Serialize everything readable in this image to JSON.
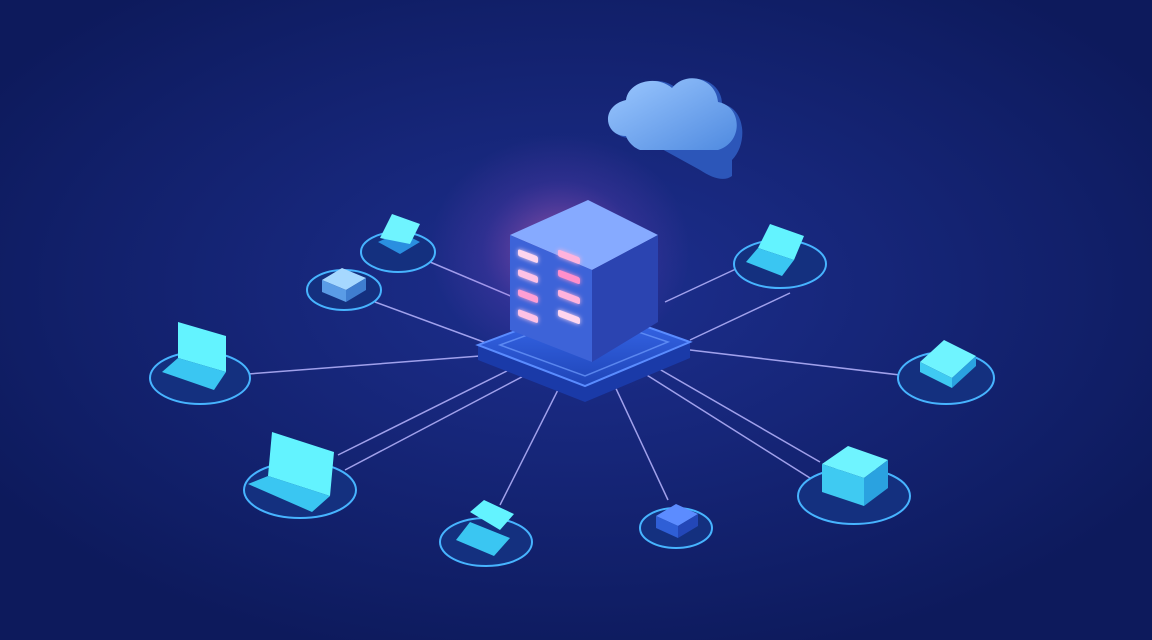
{
  "colors": {
    "background": "#0f1d63",
    "background_glow": "#1a2b86",
    "link_line": "#b9b6ff",
    "cloud_light": "#8ec0ff",
    "cloud_dark": "#4a86dd",
    "server_top": "#7fa7ff",
    "server_left": "#3b5fd6",
    "server_right": "#2c44b0",
    "server_led": "#ffb6e4",
    "server_glow": "#ff6fb0",
    "platform_fill": "#2b5ce0",
    "platform_edge": "#4f86ff",
    "device_screen": "#5ff2ff",
    "device_body": "#39c6f2",
    "device_box": "#2c70e8",
    "pad_fill": "#14307f",
    "pad_ring": "#47b4ff"
  },
  "diagram": {
    "hub": {
      "icon": "server-rack-icon",
      "led_rows": 4
    },
    "cloud": {
      "icon": "cloud-icon"
    },
    "devices": [
      {
        "id": "device-router-top-left",
        "icon": "router-icon"
      },
      {
        "id": "device-modem-left",
        "icon": "network-box-icon"
      },
      {
        "id": "device-laptop-left",
        "icon": "laptop-icon"
      },
      {
        "id": "device-laptop-bottom-left",
        "icon": "laptop-icon"
      },
      {
        "id": "device-laptop-bottom",
        "icon": "laptop-icon"
      },
      {
        "id": "device-box-bottom",
        "icon": "network-box-icon"
      },
      {
        "id": "device-switch-bottom-right",
        "icon": "network-switch-icon"
      },
      {
        "id": "device-router-right",
        "icon": "router-icon"
      },
      {
        "id": "device-laptop-top-right",
        "icon": "laptop-icon"
      }
    ]
  }
}
